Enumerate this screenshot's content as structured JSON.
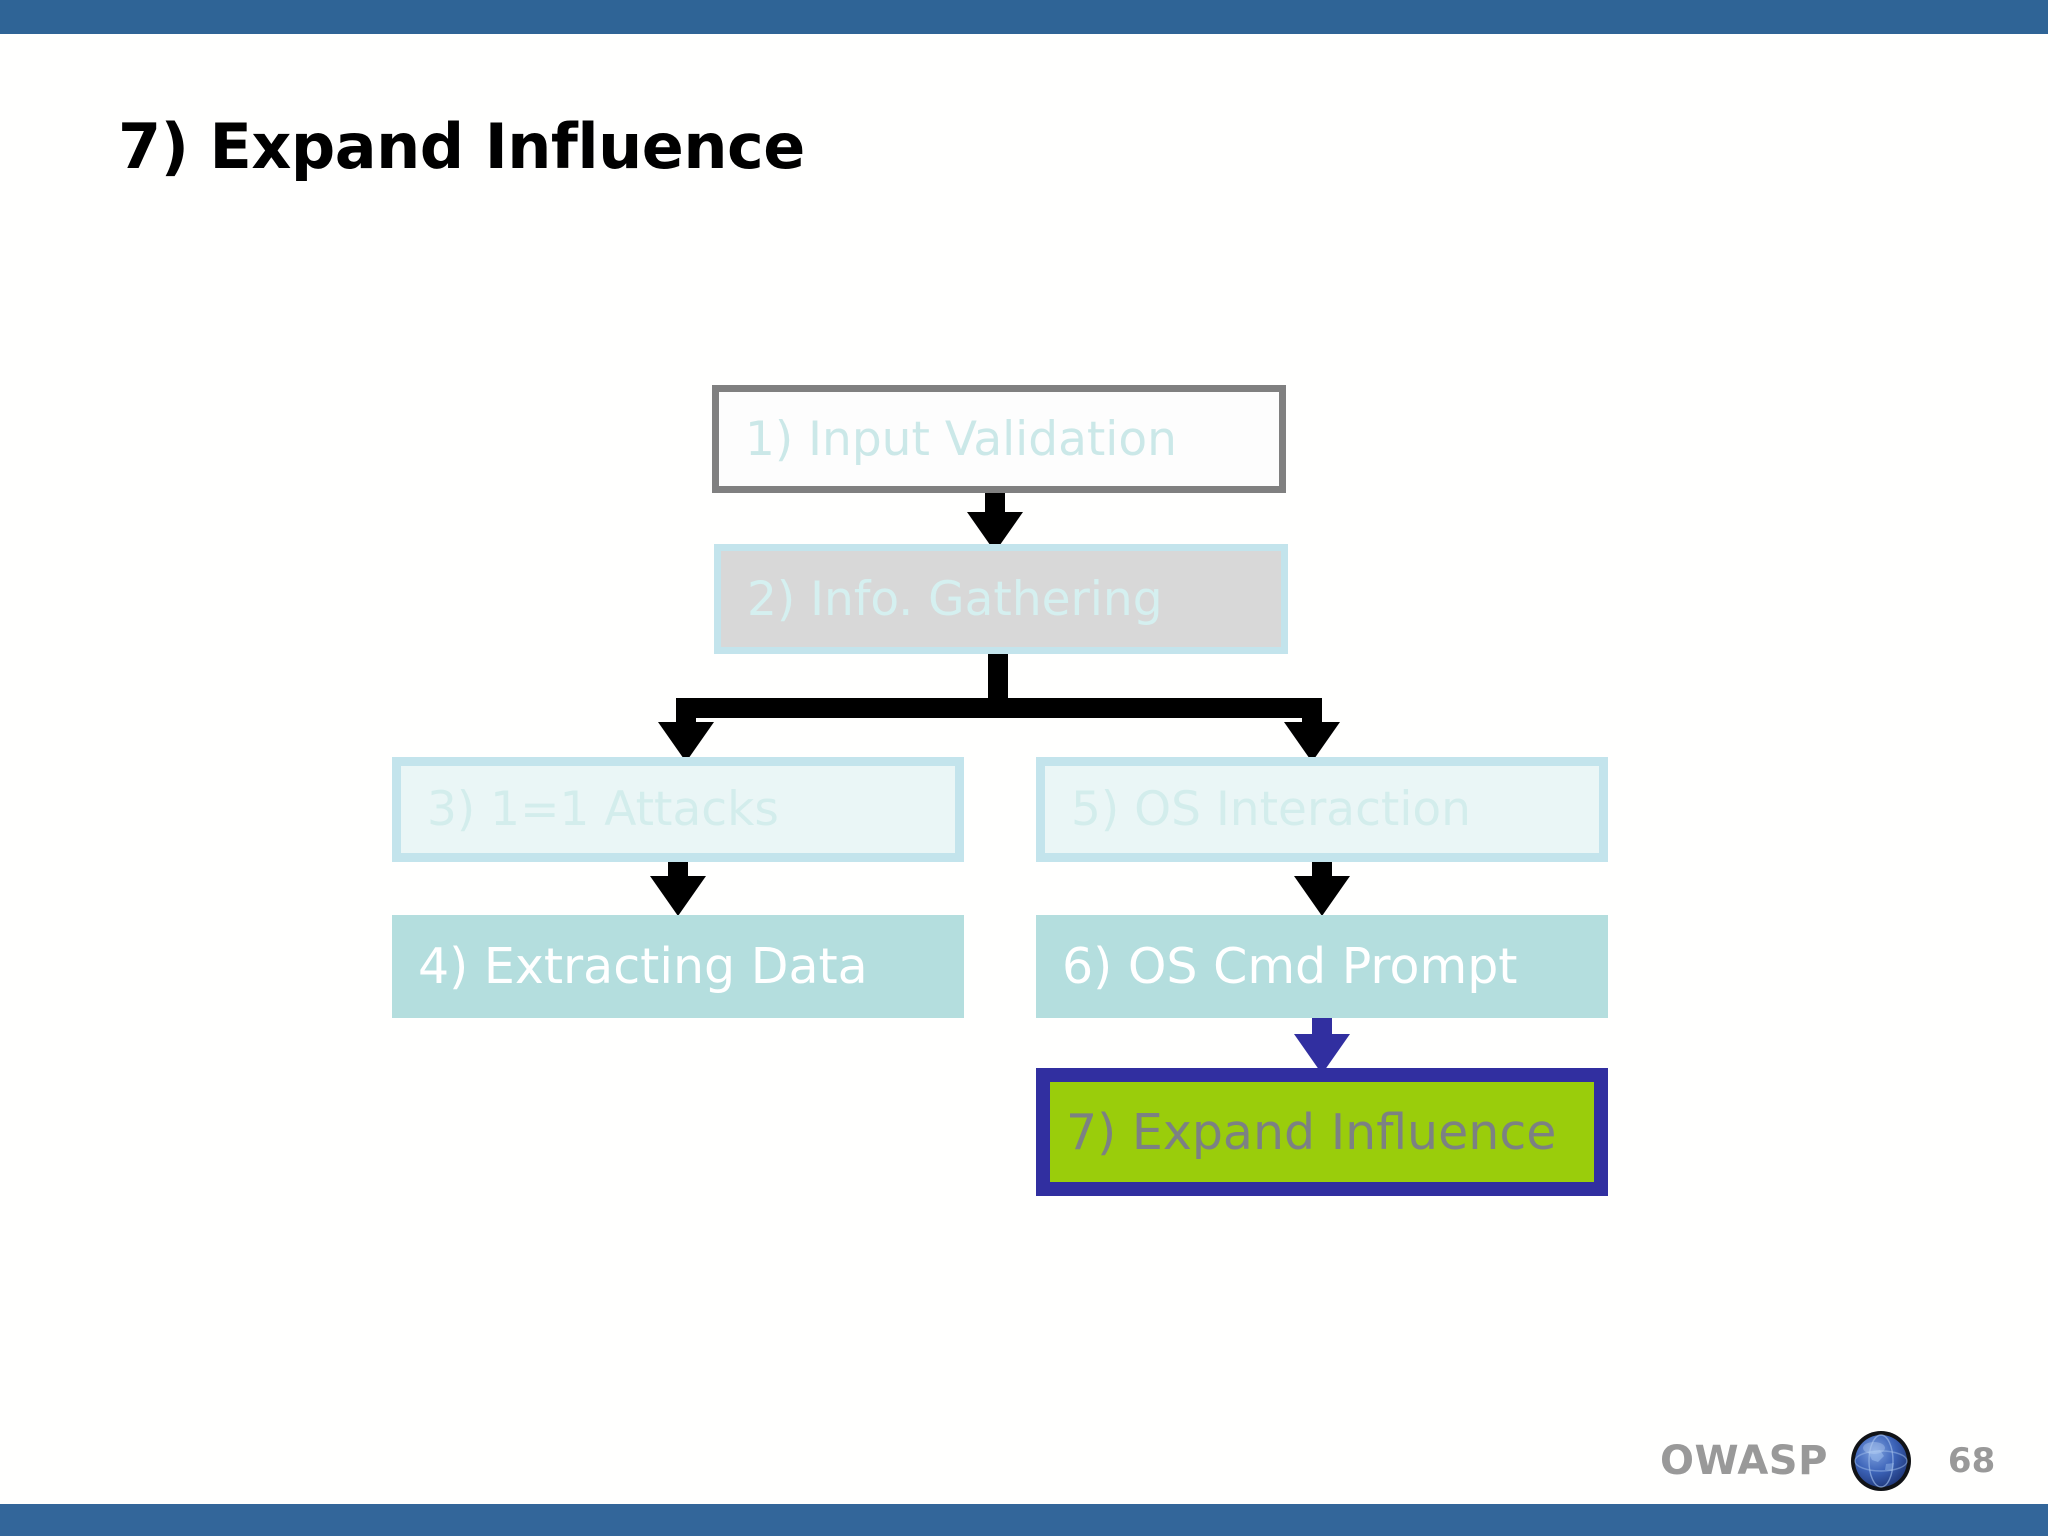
{
  "slide": {
    "title": "7) Expand Influence",
    "page_number": "68",
    "bar_color_top": "#2F6496",
    "bar_color_bottom": "#33669A",
    "background": "#FFFFFE"
  },
  "flowchart": {
    "nodes": [
      {
        "id": "node-1",
        "label": "1) Input Validation",
        "state": "dimmed",
        "fill": "#FDFDFD",
        "border": "#808080",
        "text_color": "#CBE8E8"
      },
      {
        "id": "node-2",
        "label": "2) Info. Gathering",
        "state": "dimmed",
        "fill": "#D8D8D8",
        "border": "#C3E4EC",
        "text_color": "#D5F0F0"
      },
      {
        "id": "node-3",
        "label": "3) 1=1 Attacks",
        "state": "dimmed",
        "fill": "#EAF6F6",
        "border": "#C3E4EC",
        "text_color": "#D3EDEC"
      },
      {
        "id": "node-4",
        "label": "4) Extracting Data",
        "state": "normal",
        "fill": "#B4DEDE",
        "border": "none",
        "text_color": "#FFFFFF"
      },
      {
        "id": "node-5",
        "label": "5) OS Interaction",
        "state": "dimmed",
        "fill": "#EAF6F6",
        "border": "#C3E4EC",
        "text_color": "#D3EDEC"
      },
      {
        "id": "node-6",
        "label": "6) OS Cmd Prompt",
        "state": "normal",
        "fill": "#B4DEDE",
        "border": "none",
        "text_color": "#FFFFFF"
      },
      {
        "id": "node-7",
        "label": "7) Expand Influence",
        "state": "highlighted",
        "fill": "#9ACD0B",
        "border": "#312FA0",
        "text_color": "#7C8183"
      }
    ],
    "edges": [
      {
        "from": "node-1",
        "to": "node-2",
        "color": "#000000"
      },
      {
        "from": "node-2",
        "to": "node-3",
        "color": "#000000"
      },
      {
        "from": "node-2",
        "to": "node-5",
        "color": "#000000"
      },
      {
        "from": "node-3",
        "to": "node-4",
        "color": "#000000"
      },
      {
        "from": "node-5",
        "to": "node-6",
        "color": "#000000"
      },
      {
        "from": "node-6",
        "to": "node-7",
        "color": "#312FA0"
      }
    ]
  },
  "footer": {
    "brand": "OWASP",
    "brand_color": "#999999",
    "logo_icon": "owasp-globe-icon",
    "page_number": "68"
  }
}
